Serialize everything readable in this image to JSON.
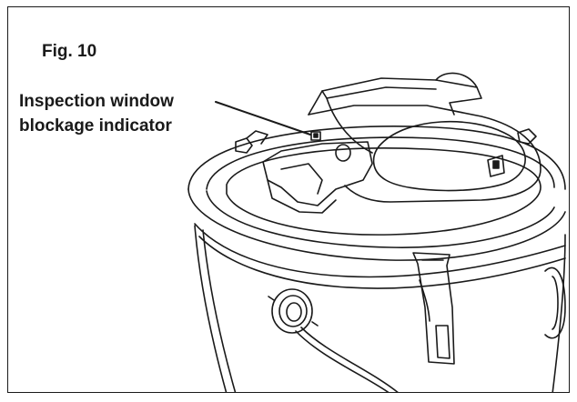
{
  "figure": {
    "label": "Fig. 10"
  },
  "callout": {
    "line1": "Inspection window",
    "line2": "blockage indicator"
  }
}
